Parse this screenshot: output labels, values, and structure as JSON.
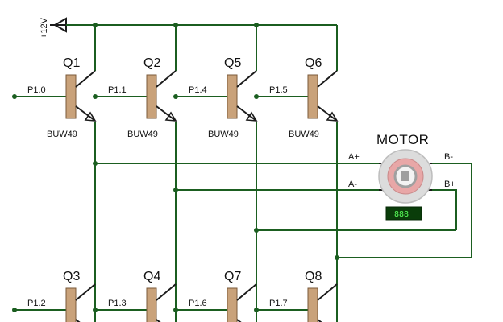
{
  "supply": {
    "label": "+12V"
  },
  "motor": {
    "title": "MOTOR",
    "terminals": {
      "a_plus": "A+",
      "a_minus": "A-",
      "b_minus": "B-",
      "b_plus": "B+"
    },
    "readout": "888"
  },
  "transistors": [
    {
      "ref": "Q1",
      "part": "BUW49",
      "input": "P1.0"
    },
    {
      "ref": "Q2",
      "part": "BUW49",
      "input": "P1.1"
    },
    {
      "ref": "Q5",
      "part": "BUW49",
      "input": "P1.4"
    },
    {
      "ref": "Q6",
      "part": "BUW49",
      "input": "P1.5"
    },
    {
      "ref": "Q3",
      "part": "",
      "input": "P1.2"
    },
    {
      "ref": "Q4",
      "part": "",
      "input": "P1.3"
    },
    {
      "ref": "Q7",
      "part": "",
      "input": "P1.6"
    },
    {
      "ref": "Q8",
      "part": "",
      "input": "P1.7"
    }
  ],
  "colors": {
    "wire": "#1b5e20",
    "body": "#c9a27a",
    "display": "#0a3d0a"
  }
}
